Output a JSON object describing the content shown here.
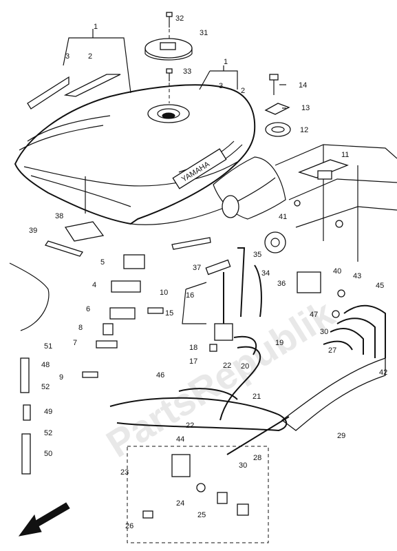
{
  "watermark": "PartsRepublik",
  "badge_text": "YAMAHA",
  "labels": {
    "l1a": "1",
    "l2a": "2",
    "l3a": "3",
    "l1b": "1",
    "l2b": "2",
    "l3b": "3",
    "l4": "4",
    "l5": "5",
    "l6": "6",
    "l7": "7",
    "l8": "8",
    "l9": "9",
    "l10": "10",
    "l11": "11",
    "l12": "12",
    "l13": "13",
    "l14": "14",
    "l15": "15",
    "l16": "16",
    "l17": "17",
    "l18": "18",
    "l19": "19",
    "l20": "20",
    "l21": "21",
    "l22a": "22",
    "l22b": "22",
    "l23": "23",
    "l24": "24",
    "l25": "25",
    "l26": "26",
    "l27": "27",
    "l28": "28",
    "l29": "29",
    "l30a": "30",
    "l30b": "30",
    "l31": "31",
    "l32": "32",
    "l33": "33",
    "l34": "34",
    "l35": "35",
    "l36": "36",
    "l37": "37",
    "l38": "38",
    "l39": "39",
    "l40": "40",
    "l41": "41",
    "l42": "42",
    "l43": "43",
    "l44": "44",
    "l45": "45",
    "l46": "46",
    "l47": "47",
    "l48": "48",
    "l49": "49",
    "l50": "50",
    "l51": "51",
    "l52a": "52",
    "l52b": "52"
  }
}
